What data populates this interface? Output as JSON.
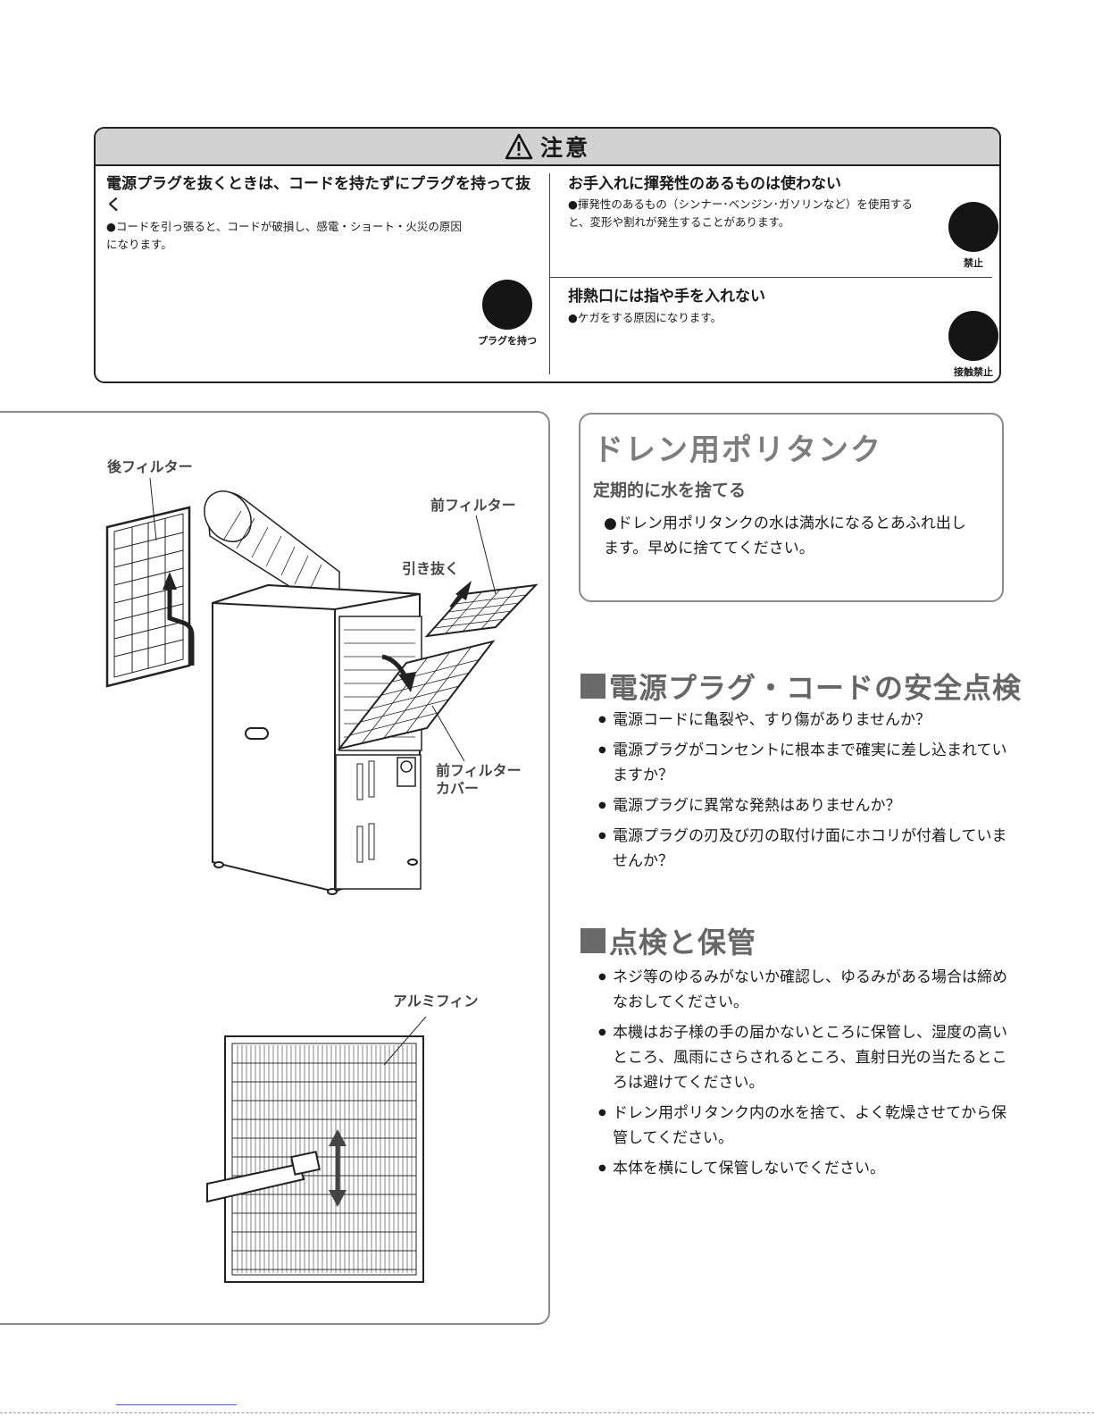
{
  "caution": {
    "title": "注意",
    "left": {
      "heading": "電源プラグを抜くときは、コードを持たずにプラグを持って抜く",
      "text": "●コードを引っ張ると、コードが破損し、感電・ショート・火災の原因になります。",
      "badge_label": "プラグを持つ"
    },
    "right_top": {
      "heading": "お手入れに揮発性のあるものは使わない",
      "text": "●揮発性のあるもの（シンナー･ベンジン･ガソリンなど）を使用すると、変形や割れが発生することがあります。",
      "badge_label": "禁止"
    },
    "right_bottom": {
      "heading": "排熱口には指や手を入れない",
      "text": "●ケガをする原因になります。",
      "badge_label": "接触禁止"
    }
  },
  "illustration": {
    "rear_filter": "後フィルター",
    "front_filter": "前フィルター",
    "pull_out": "引き抜く",
    "front_filter_cover_1": "前フィルター",
    "front_filter_cover_2": "カバー",
    "aluminum_fin": "アルミフィン"
  },
  "drain": {
    "title": "ドレン用ポリタンク",
    "subtitle": "定期的に水を捨てる",
    "text": "●ドレン用ポリタンクの水は満水になるとあふれ出します。早めに捨ててください。"
  },
  "power_check": {
    "title": "電源プラグ・コードの安全点検",
    "items": [
      "電源コードに亀裂や、すり傷がありませんか？",
      "電源プラグがコンセントに根本まで確実に差し込まれていますか？",
      "電源プラグに異常な発熱はありませんか？",
      "電源プラグの刃及び刃の取付け面にホコリが付着していませんか？"
    ]
  },
  "inspection": {
    "title": "点検と保管",
    "items": [
      "ネジ等のゆるみがないか確認し、ゆるみがある場合は締めなおしてください。",
      "本機はお子様の手の届かないところに保管し、湿度の高いところ、風雨にさらされるところ、直射日光の当たるところは避けてください。",
      "ドレン用ポリタンク内の水を捨て、よく乾燥させてから保管してください。",
      "本体を横にして保管しないでください。"
    ]
  }
}
